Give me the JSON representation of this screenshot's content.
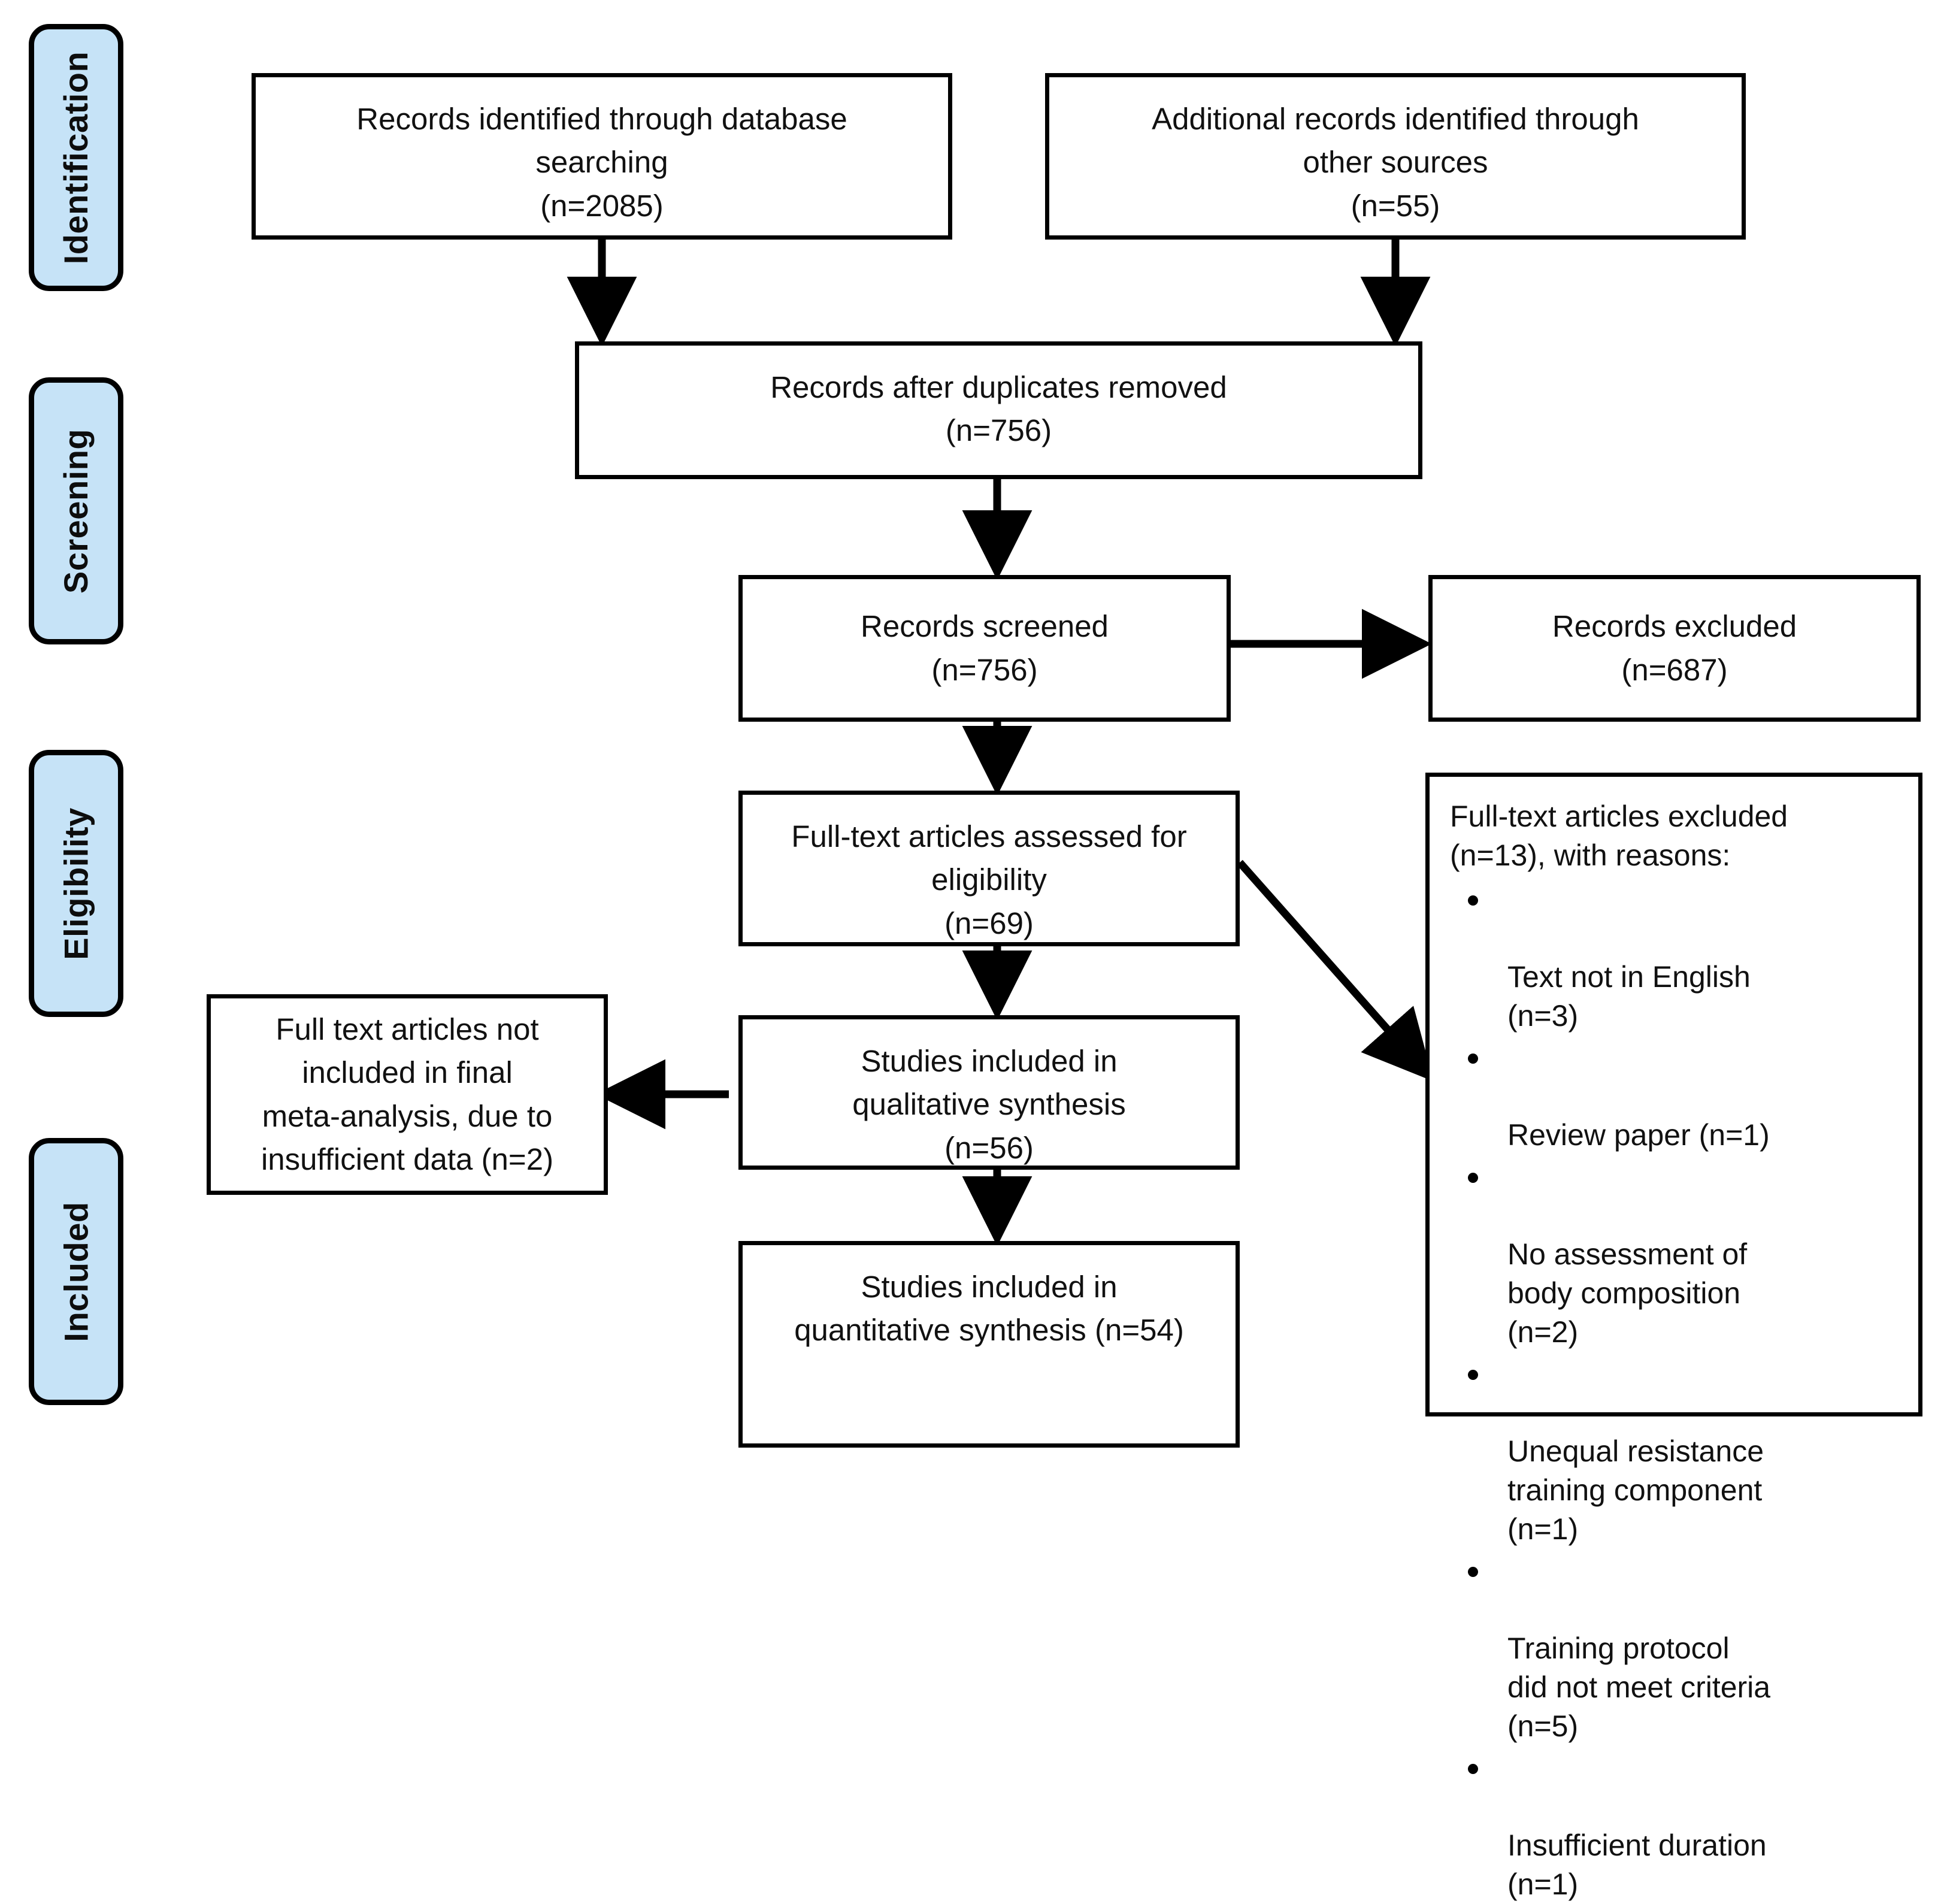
{
  "diagram": {
    "type": "PRISMA flow diagram",
    "stages": [
      {
        "label": "Identification"
      },
      {
        "label": "Screening"
      },
      {
        "label": "Eligibility"
      },
      {
        "label": "Included"
      }
    ],
    "boxes": {
      "database_search": "Records identified through database\nsearching\n(n=2085)",
      "other_sources": "Additional records identified through\nother sources\n(n=55)",
      "duplicates_removed": "Records after duplicates removed\n(n=756)",
      "records_screened": "Records screened\n(n=756)",
      "records_excluded": "Records excluded\n(n=687)",
      "fulltext_assessed": "Full-text articles assessed for\neligibility\n(n=69)",
      "not_included_meta": "Full text articles not\nincluded in final\nmeta-analysis, due to\ninsufficient data (n=2)",
      "qualitative_synthesis": "Studies included in\nqualitative synthesis\n(n=56)",
      "quantitative_synthesis": "Studies included in\nquantitative synthesis (n=54)"
    },
    "exclusion_panel": {
      "heading": "Full-text articles excluded\n(n=13), with reasons:",
      "reasons": [
        "Text not in English\n(n=3)",
        "Review paper (n=1)",
        "No assessment of\nbody composition\n(n=2)",
        "Unequal resistance\ntraining component\n(n=1)",
        "Training protocol\ndid not meet criteria\n(n=5)",
        "Insufficient duration\n(n=1)"
      ]
    },
    "colors": {
      "stage_fill": "#c6e3f7",
      "stroke": "#000000",
      "box_fill": "#ffffff",
      "text": "#111111"
    }
  }
}
